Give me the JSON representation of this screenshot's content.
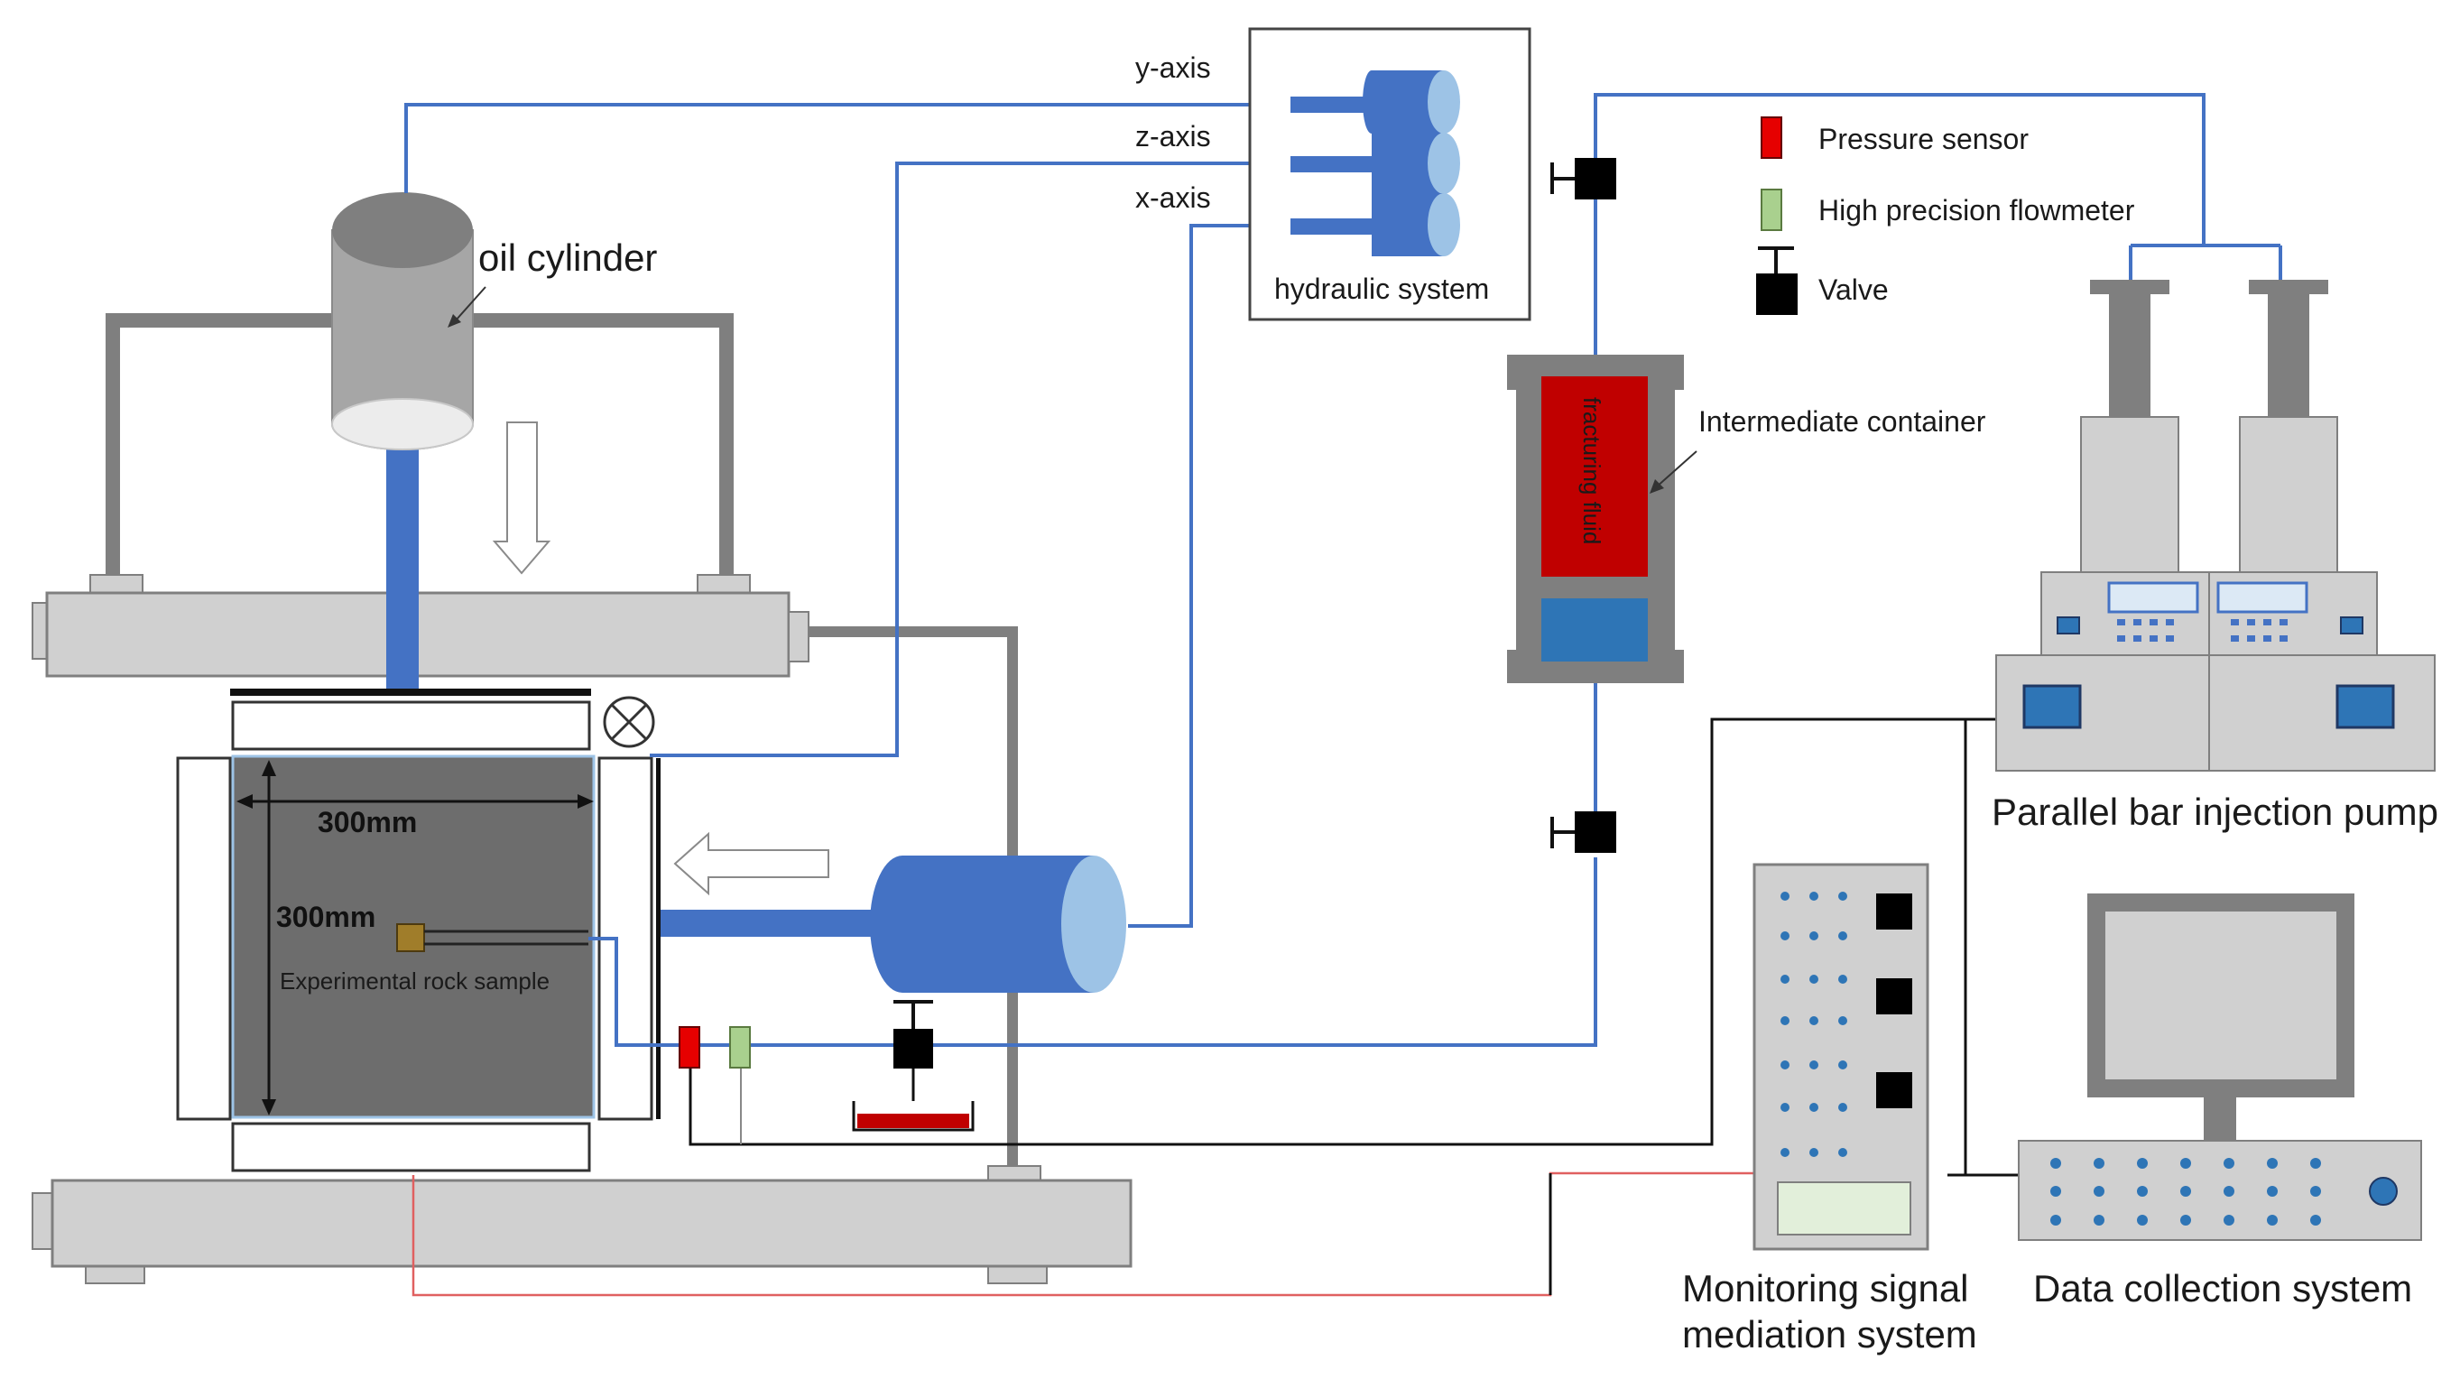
{
  "hydraulic": {
    "title": "hydraulic system",
    "axes": [
      "y-axis",
      "z-axis",
      "x-axis"
    ]
  },
  "labels": {
    "oil_cylinder": "oil cylinder",
    "intermediate_container": "Intermediate container",
    "fracturing_fluid": "fracturing fluid",
    "rock_sample": "Experimental rock sample",
    "dim_width": "300mm",
    "dim_height": "300mm",
    "injection_pump": "Parallel bar injection pump",
    "monitoring_line1": "Monitoring signal",
    "monitoring_line2": "mediation system",
    "data_collection": "Data collection system"
  },
  "legend": [
    {
      "label": "Pressure sensor",
      "icon": "pressure-sensor-icon",
      "color": "#e60000"
    },
    {
      "label": "High precision flowmeter",
      "icon": "flowmeter-icon",
      "color": "#a9d08e"
    },
    {
      "label": "Valve",
      "icon": "valve-icon",
      "color": "#000000"
    }
  ],
  "colors": {
    "pipe": "#4472c4",
    "pipe_light": "#9dc3e6",
    "frame_gray": "#7f7f7f",
    "plate_gray": "#d0d0d0",
    "rock": "#6d6d6d",
    "fluid_red": "#c00000",
    "signal_red": "#e06060"
  }
}
